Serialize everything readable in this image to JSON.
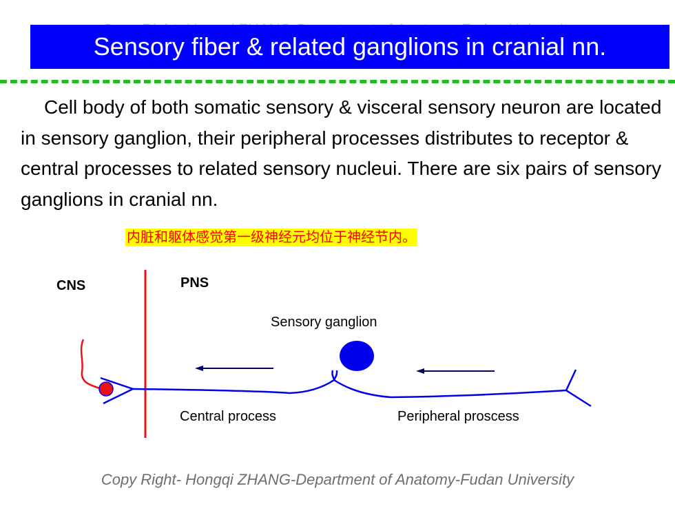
{
  "watermark": "Copy Right- Hongqi ZHANG-Department of Anatomy-Fudan University",
  "title": "Sensory fiber & related ganglions in cranial nn.",
  "paragraph": "Cell body of both somatic sensory & visceral sensory neuron are located in sensory ganglion, their peripheral processes distributes to receptor & central processes to related sensory nucleui. There are six pairs of sensory ganglions in cranial nn.",
  "chinese_note": "内脏和躯体感觉第一级神经元均位于神经节内。",
  "diagram": {
    "cns_label": "CNS",
    "pns_label": "PNS",
    "ganglion_label": "Sensory ganglion",
    "central_label": "Central process",
    "peripheral_label": "Peripheral proscess",
    "colors": {
      "neuron": "#0000ee",
      "boundary": "#ee1111",
      "nucleus_fill": "#ee1111",
      "arrow": "#000066"
    }
  },
  "footer": "Copy Right- Hongqi ZHANG-Department of Anatomy-Fudan University"
}
